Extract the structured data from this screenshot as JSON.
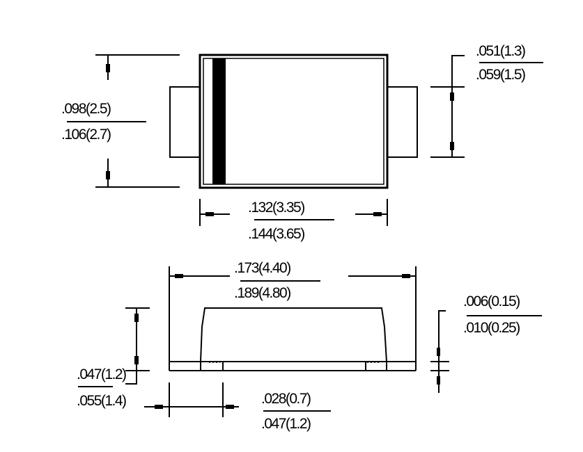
{
  "top_view": {
    "body_height": {
      "min": ".098(2.5)",
      "max": ".106(2.7)"
    },
    "lead_width": {
      "min": ".051(1.3)",
      "max": ".059(1.5)"
    },
    "body_length": {
      "min": ".132(3.35)",
      "max": ".144(3.65)"
    }
  },
  "side_view": {
    "overall_length": {
      "min": ".173(4.40)",
      "max": ".189(4.80)"
    },
    "package_height": {
      "min": ".047(1.2)",
      "max": ".055(1.4)"
    },
    "lead_length": {
      "min": ".028(0.7)",
      "max": ".047(1.2)"
    },
    "lead_thickness": {
      "min": ".006(0.15)",
      "max": ".010(0.25)"
    }
  }
}
